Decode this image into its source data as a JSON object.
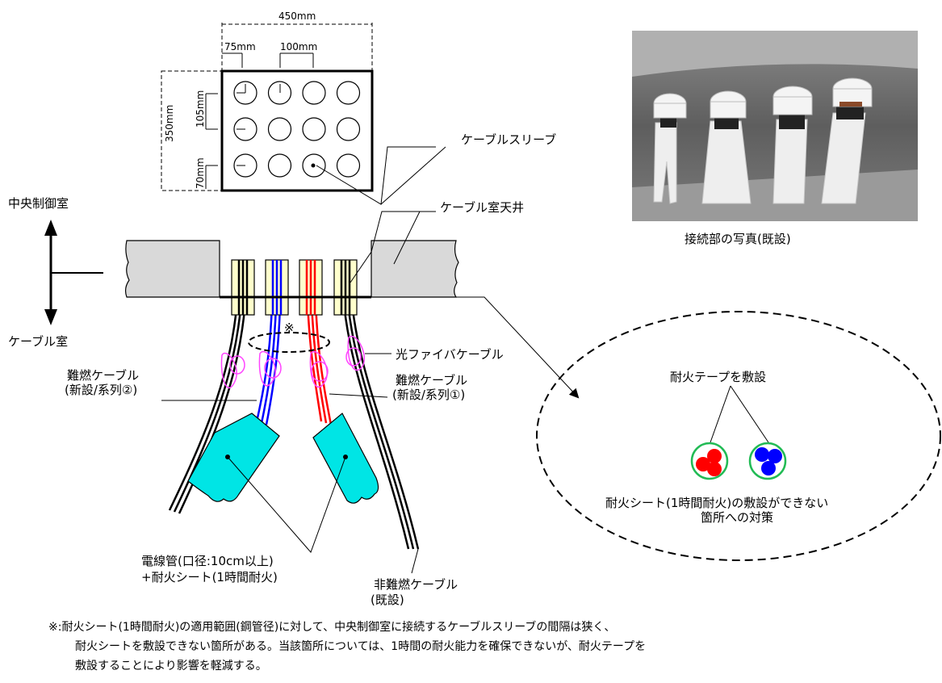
{
  "dimensions": {
    "width_total": "450mm",
    "height_total": "350mm",
    "edge_offset": "75mm",
    "pitch_h": "100mm",
    "pitch_v": "105mm",
    "bottom_offset": "70mm"
  },
  "labels": {
    "central_control_room": "中央制御室",
    "cable_room": "ケーブル室",
    "cable_sleeve": "ケーブルスリーブ",
    "cable_room_ceiling": "ケーブル室天井",
    "optical_fiber": "光ファイバケーブル",
    "flame_retardant_2_line1": "難燃ケーブル",
    "flame_retardant_2_line2": "(新設/系列②)",
    "flame_retardant_1_line1": "難燃ケーブル",
    "flame_retardant_1_line2": "(新設/系列①)",
    "conduit_line1": "電線管(口径:10cm以上)",
    "conduit_line2": "+耐火シート(1時間耐火)",
    "non_flame_line1": "非難燃ケーブル",
    "non_flame_line2": "(既設)",
    "asterisk": "※",
    "photo_caption": "接続部の写真(既設)",
    "tape_title": "耐火テープを敷設",
    "countermeasure_line1": "耐火シート(1時間耐火)の敷設ができない",
    "countermeasure_line2": "箇所への対策"
  },
  "note": {
    "line1": "※:耐火シート(1時間耐火)の適用範囲(鋼管径)に対して、中央制御室に接続するケーブルスリーブの間隔は狭く、",
    "line2": "耐火シートを敷設できない箇所がある。当該箇所については、1時間の耐火能力を確保できないが、耐火テープを",
    "line3": "敷設することにより影響を軽減する。"
  },
  "colors": {
    "conduit": "#00e5e5",
    "sleeve": "#ffffcc",
    "ceiling": "#d9d9d9",
    "tape": "#ff44ff",
    "series1": "#ff0000",
    "series2": "#0000ff",
    "ring": "#22bb55"
  },
  "grid": {
    "rows": 3,
    "cols": 4
  }
}
